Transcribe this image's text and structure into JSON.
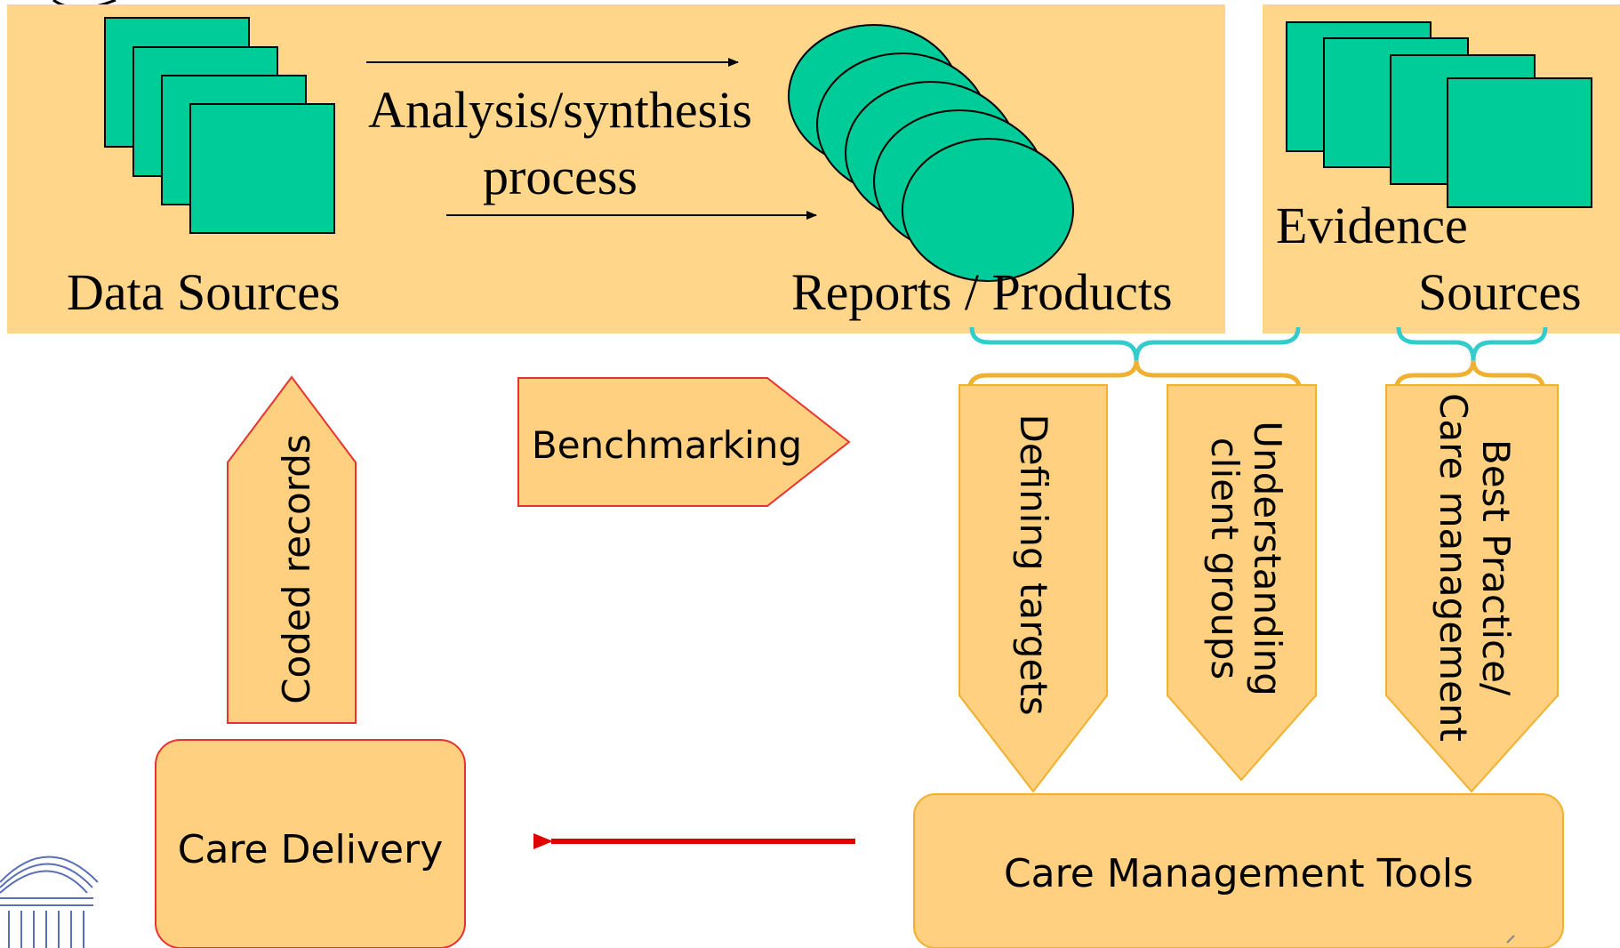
{
  "diagram": {
    "top_panel": {
      "data_sources_label": "Data Sources",
      "process_label_line1": "Analysis/synthesis",
      "process_label_line2": "process",
      "reports_label": "Reports / Products"
    },
    "evidence_panel": {
      "label_line1": "Evidence",
      "label_line2": "Sources"
    },
    "arrows": {
      "coded_records": "Coded records",
      "benchmarking": "Benchmarking",
      "defining_targets": "Defining targets",
      "understanding_line1": "Understanding",
      "understanding_line2": "client groups",
      "best_practice_line1": "Best Practice/",
      "best_practice_line2": "Care management"
    },
    "boxes": {
      "care_delivery": "Care Delivery",
      "care_management_tools": "Care Management Tools"
    },
    "colors": {
      "panel_fill": "#FFD68A",
      "shape_fill": "#00CC99",
      "arrow_fill": "#FFD07F",
      "arrow_stroke_red": "#E8322E",
      "arrow_stroke_orange": "#F0B030",
      "brace_teal": "#33CCCC",
      "brace_orange": "#F0B030",
      "red_arrow": "#E00000",
      "logo_blue": "#5A6FB8"
    }
  }
}
